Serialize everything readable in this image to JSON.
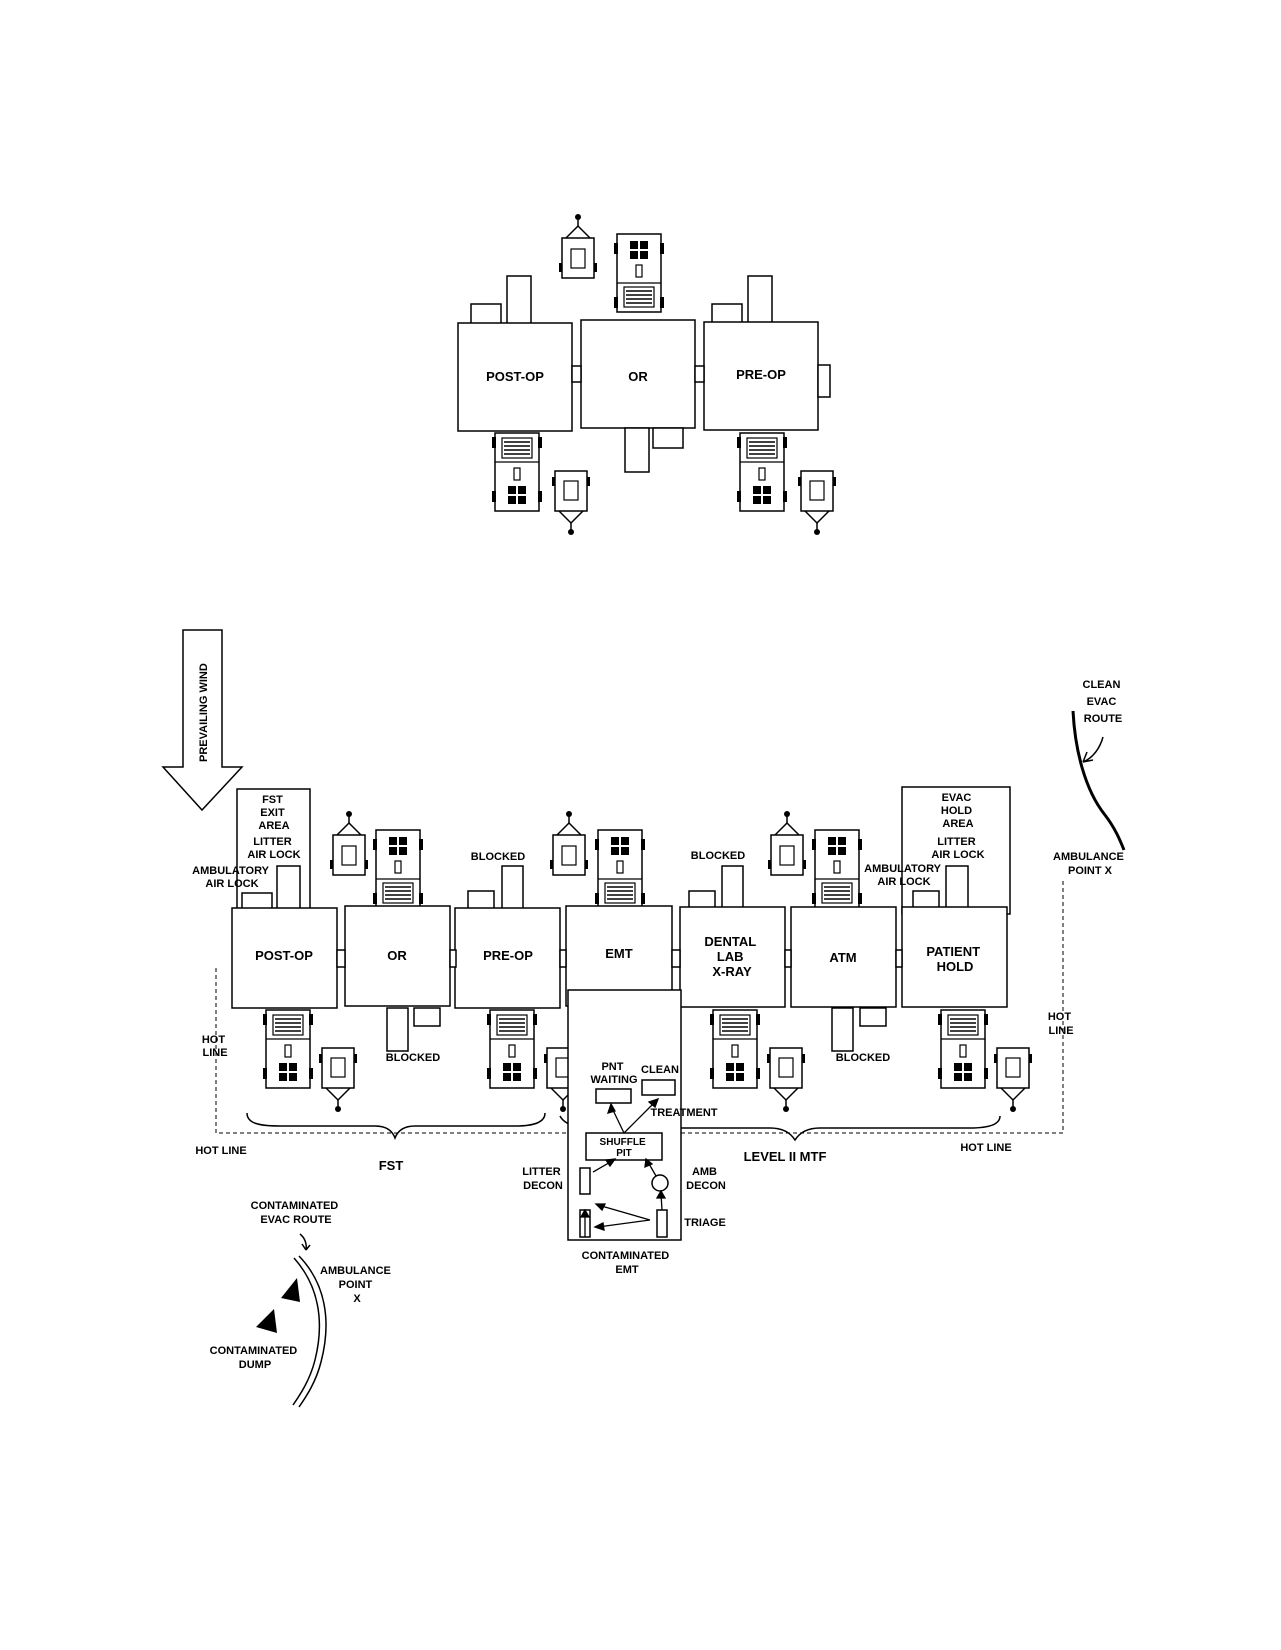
{
  "colors": {
    "ink": "#000000",
    "paper": "#ffffff"
  },
  "top_layout": {
    "rooms": [
      "POST-OP",
      "OR",
      "PRE-OP"
    ]
  },
  "bottom_layout": {
    "rooms": [
      "POST-OP",
      "OR",
      "PRE-OP",
      "EMT",
      "DENTAL\nLAB\nX-RAY",
      "ATM",
      "PATIENT\nHOLD"
    ],
    "wind_label": "PREVAILING WIND",
    "fst_exit": "FST\nEXIT\nAREA",
    "litter_air_lock_left": "LITTER\nAIR LOCK",
    "ambulatory_air_lock_left": "AMBULATORY\nAIR LOCK",
    "evac_hold": "EVAC\nHOLD\nAREA",
    "litter_air_lock_right": "LITTER\nAIR LOCK",
    "ambulatory_air_lock_right": "AMBULATORY\nAIR LOCK",
    "blocked": "BLOCKED",
    "clean_evac_route": "CLEAN\nEVAC\nROUTE",
    "ambulance_point_right": "AMBULANCE\nPOINT X",
    "hot_line": "HOT LINE",
    "hot_line_stacked": "HOT\nLINE",
    "fst_label": "FST",
    "level2_label": "LEVEL II MTF",
    "pnt_waiting": "PNT\nWAITING",
    "clean": "CLEAN",
    "treatment": "TREATMENT",
    "shuffle_pit": "SHUFFLE\nPIT",
    "litter_decon": "LITTER\nDECON",
    "amb_decon": "AMB\nDECON",
    "triage": "TRIAGE",
    "contaminated_emt": "CONTAMINATED\nEMT",
    "contaminated_evac_route": "CONTAMINATED\nEVAC ROUTE",
    "ambulance_point_left": "AMBULANCE\nPOINT\nX",
    "contaminated_dump": "CONTAMINATED\nDUMP"
  }
}
